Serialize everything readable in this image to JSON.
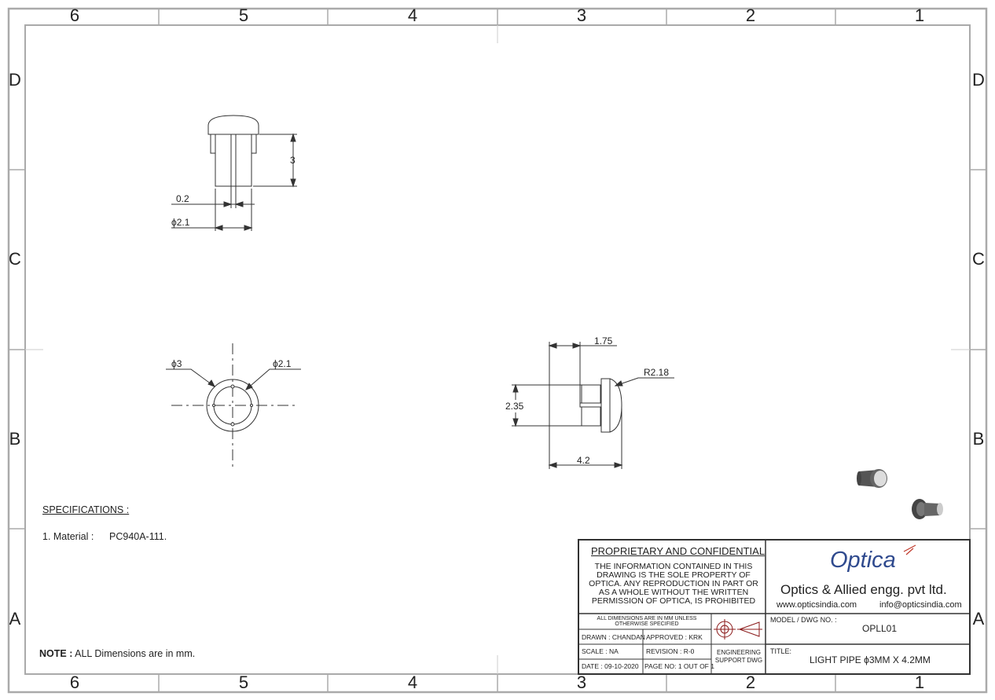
{
  "zones": {
    "columns": [
      "6",
      "5",
      "4",
      "3",
      "2",
      "1"
    ],
    "rows": [
      "D",
      "C",
      "B",
      "A"
    ]
  },
  "dimensions": {
    "height_3": "3",
    "slot_width": "0.2",
    "pin_dia_front": "ϕ2.1",
    "outer_dia_top": "ϕ3",
    "pin_dia_top": "ϕ2.1",
    "head_len": "1.75",
    "radius": "R2.18",
    "body_dia": "2.35",
    "total_len": "4.2"
  },
  "specifications": {
    "heading": "SPECIFICATIONS :",
    "item_label": "1. Material :",
    "item_value": "PC940A-111."
  },
  "note": {
    "label": "NOTE :",
    "text": " ALL Dimensions are in mm."
  },
  "title_block": {
    "prop_heading": "PROPRIETARY AND CONFIDENTIAL",
    "prop_text": "THE INFORMATION CONTAINED IN THIS DRAWING IS THE SOLE PROPERTY OF OPTICA. ANY REPRODUCTION  IN PART OR AS A WHOLE WITHOUT THE WRITTEN PERMISSION OF OPTICA, IS PROHIBITED",
    "logo": "Optica",
    "company": "Optics & Allied engg. pvt ltd.",
    "website": "www.opticsindia.com",
    "email": "info@opticsindia.com",
    "all_dims": "ALL DIMENSIONS ARE IN MM UNLESS OTHERWISE SPECIFIED",
    "drawn": "DRAWN : CHANDAN",
    "approved": "APPROVED : KRK",
    "scale": "SCALE : NA",
    "revision": "REVISION : R-0",
    "date": "DATE : 09-10-2020",
    "page": "PAGE NO: 1 OUT OF 1",
    "eng": "ENGINEERING SUPPORT DWG",
    "model_label": "MODEL / DWG NO. :",
    "model_value": "OPLL01",
    "title_label": "TITLE:",
    "title_value": "LIGHT PIPE  ϕ3MM X 4.2MM"
  }
}
